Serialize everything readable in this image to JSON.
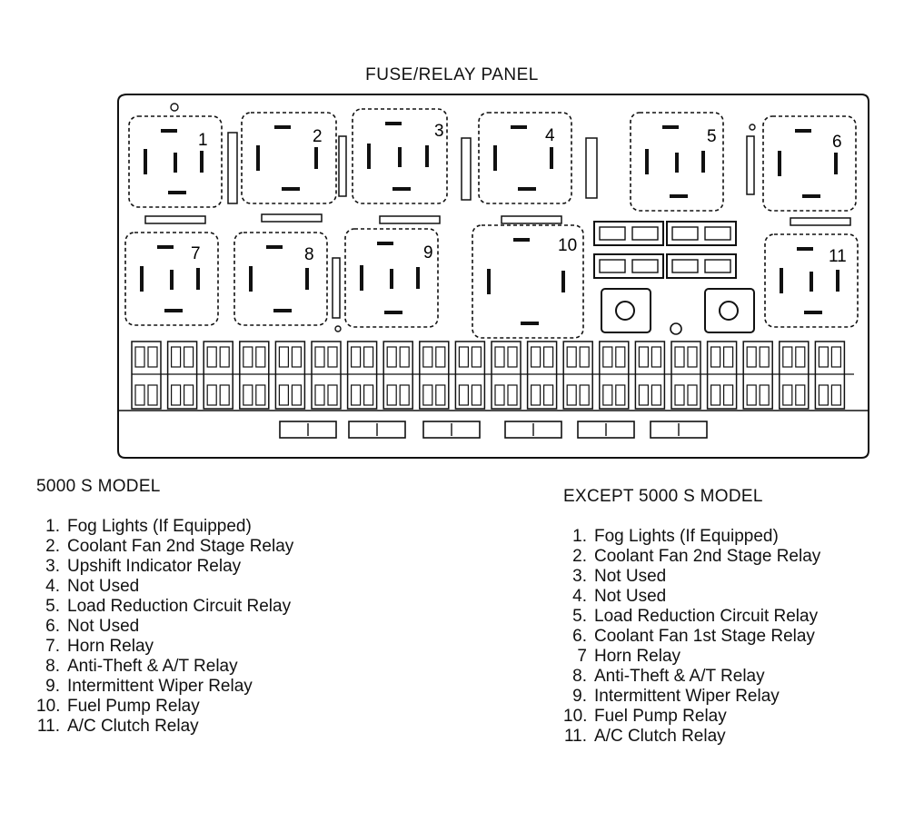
{
  "title": "FUSE/RELAY PANEL",
  "relay_numbers": [
    "1",
    "2",
    "3",
    "4",
    "5",
    "6",
    "7",
    "8",
    "9",
    "10",
    "11"
  ],
  "legend_left": {
    "heading": "5000 S MODEL",
    "items": [
      {
        "num": "1.",
        "label": "Fog Lights (If Equipped)"
      },
      {
        "num": "2.",
        "label": "Coolant Fan 2nd Stage Relay"
      },
      {
        "num": "3.",
        "label": "Upshift Indicator Relay"
      },
      {
        "num": "4.",
        "label": "Not Used"
      },
      {
        "num": "5.",
        "label": "Load Reduction Circuit Relay"
      },
      {
        "num": "6.",
        "label": "Not Used"
      },
      {
        "num": "7.",
        "label": "Horn Relay"
      },
      {
        "num": "8.",
        "label": "Anti-Theft & A/T Relay"
      },
      {
        "num": "9.",
        "label": "Intermittent Wiper Relay"
      },
      {
        "num": "10.",
        "label": "Fuel Pump Relay"
      },
      {
        "num": "11.",
        "label": "A/C Clutch Relay"
      }
    ]
  },
  "legend_right": {
    "heading": "EXCEPT 5000 S MODEL",
    "items": [
      {
        "num": "1.",
        "label": "Fog Lights (If Equipped)"
      },
      {
        "num": "2.",
        "label": "Coolant Fan 2nd Stage Relay"
      },
      {
        "num": "3.",
        "label": "Not Used"
      },
      {
        "num": "4.",
        "label": "Not Used"
      },
      {
        "num": "5.",
        "label": "Load Reduction Circuit Relay"
      },
      {
        "num": "6.",
        "label": "Coolant Fan 1st Stage Relay"
      },
      {
        "num": "7",
        "label": "Horn Relay"
      },
      {
        "num": "8.",
        "label": "Anti-Theft & A/T Relay"
      },
      {
        "num": "9.",
        "label": "Intermittent Wiper Relay"
      },
      {
        "num": "10.",
        "label": "Fuel Pump Relay"
      },
      {
        "num": "11.",
        "label": "A/C Clutch Relay"
      }
    ]
  }
}
